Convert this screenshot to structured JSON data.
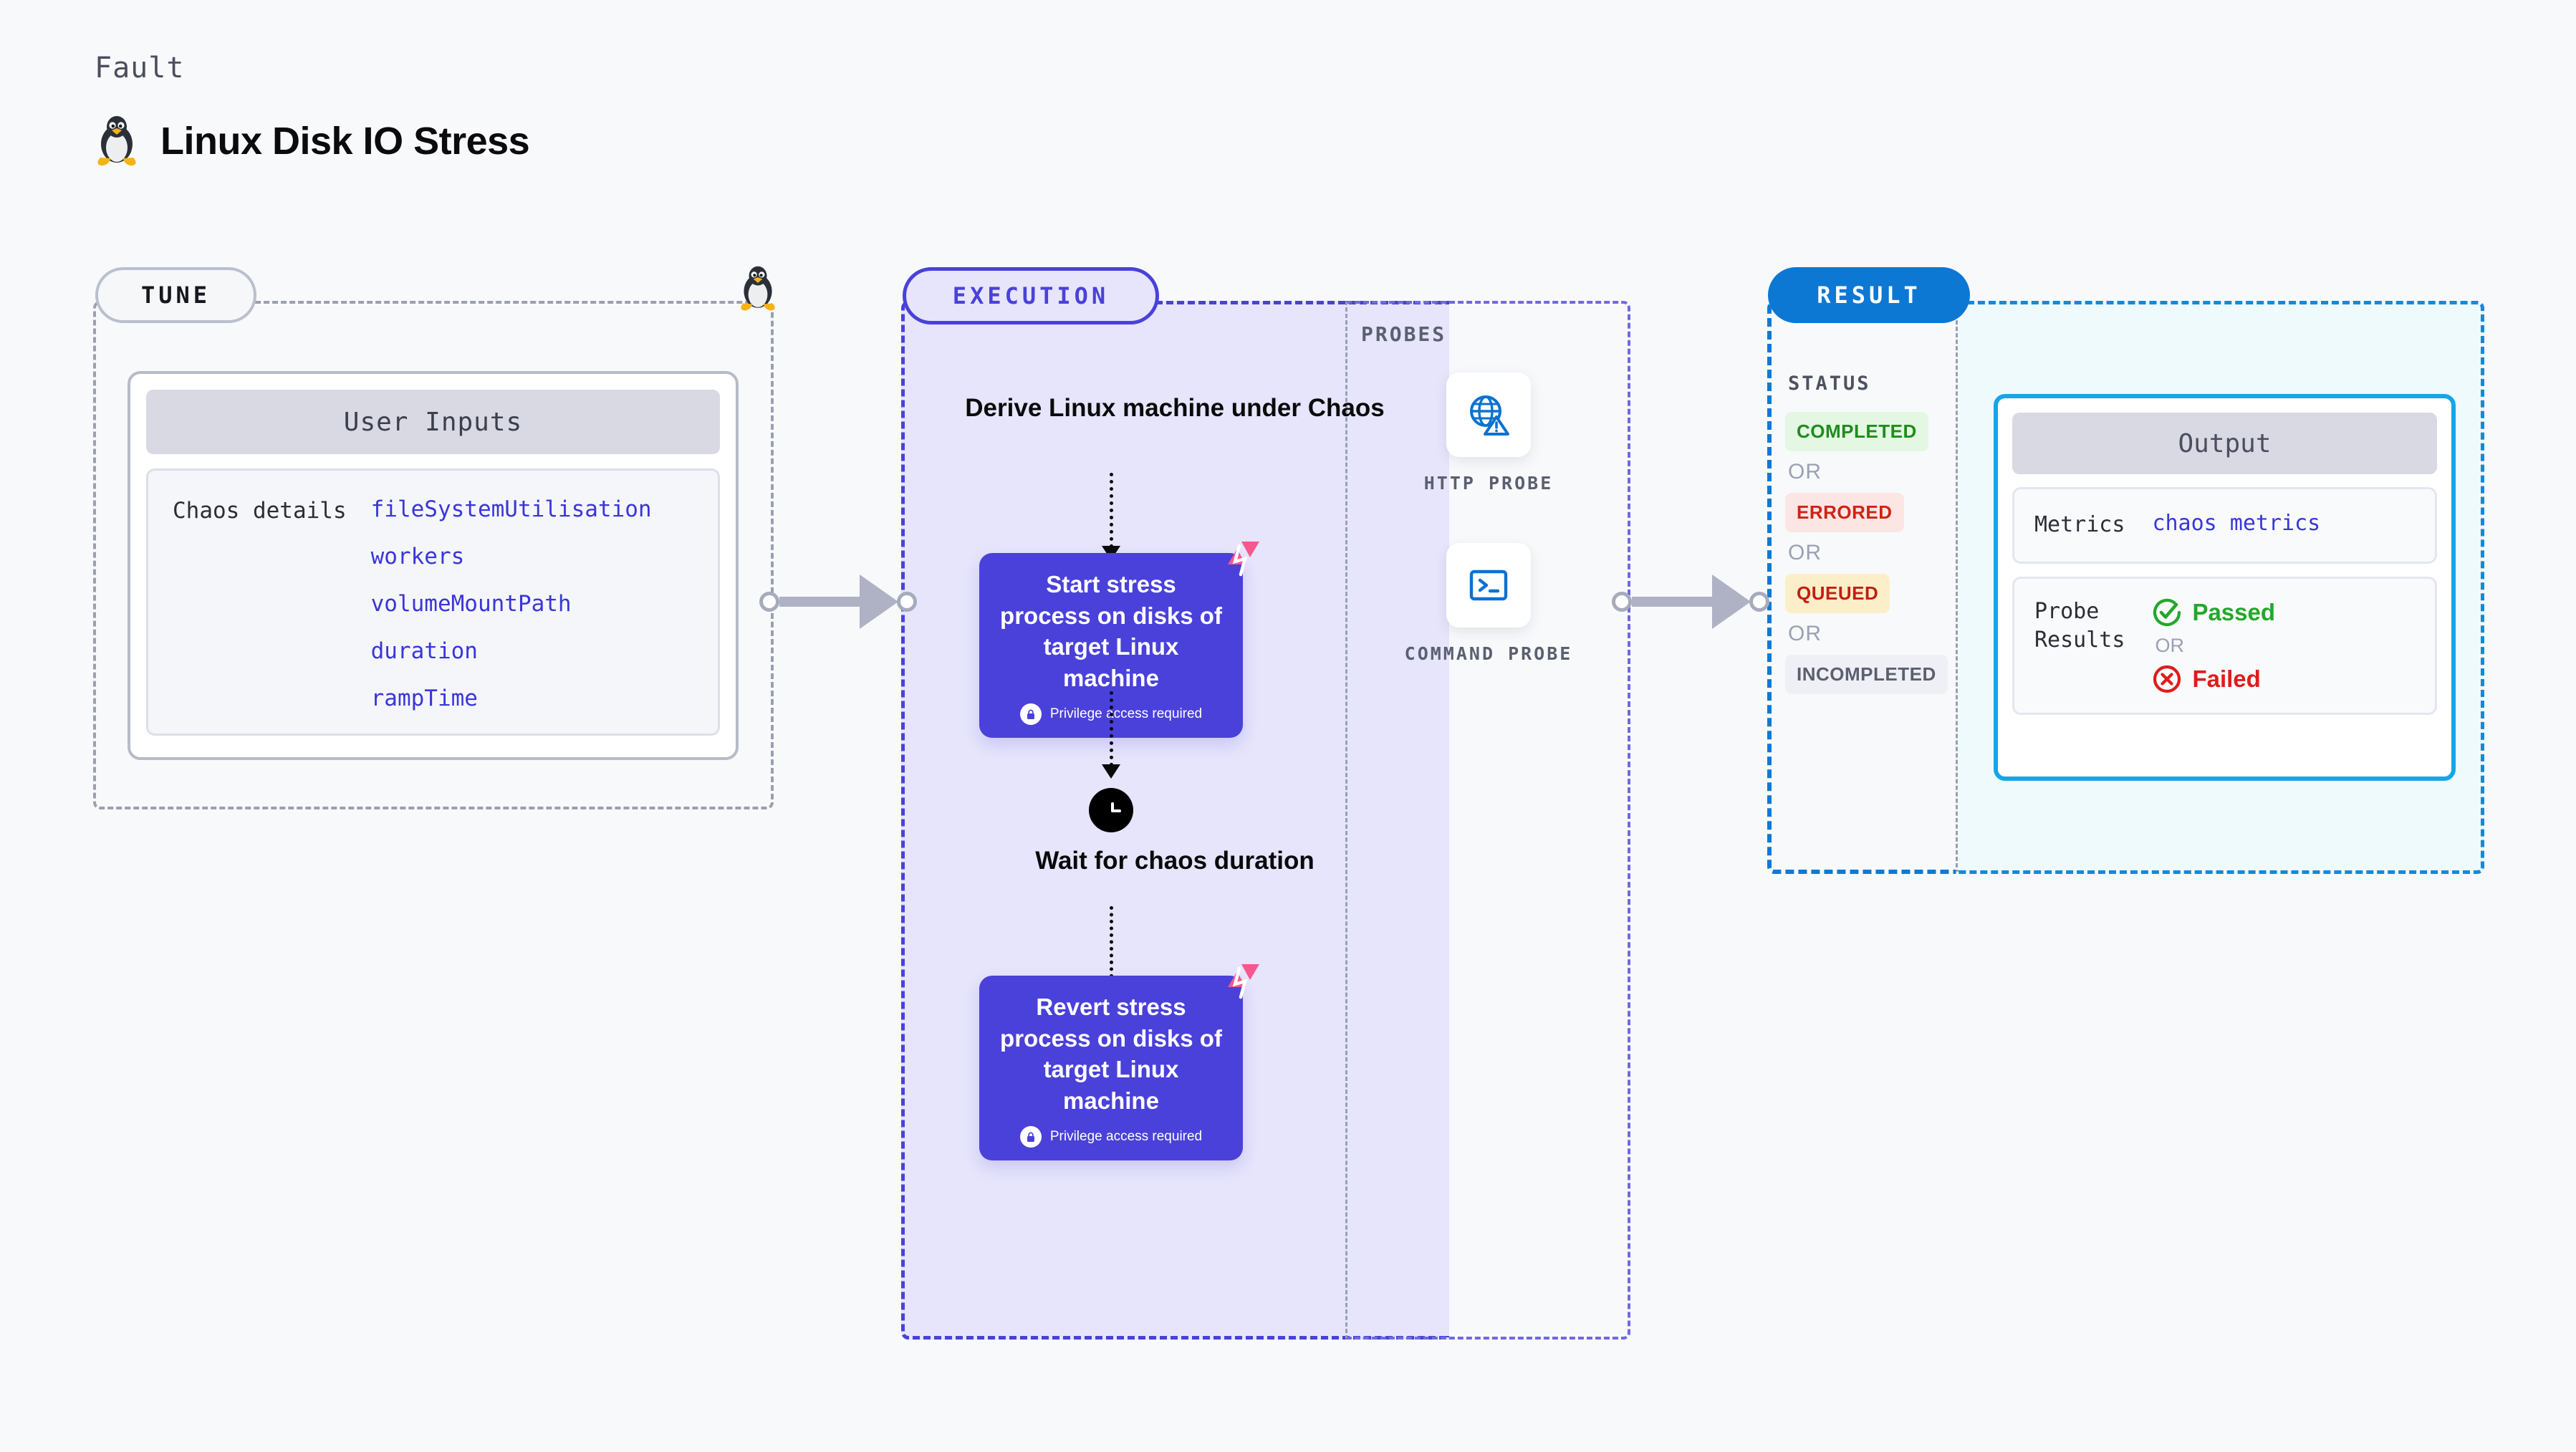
{
  "header": {
    "eyebrow": "Fault",
    "title": "Linux Disk IO Stress",
    "icon": "linux-tux-icon"
  },
  "tune": {
    "pill_label": "TUNE",
    "card_title": "User Inputs",
    "row_key": "Chaos details",
    "values": [
      "fileSystemUtilisation",
      "workers",
      "volumeMountPath",
      "duration",
      "rampTime"
    ]
  },
  "execution": {
    "pill_label": "EXECUTION",
    "derive_title": "Derive Linux machine under Chaos",
    "start_box": {
      "text": "Start stress process on disks of target Linux machine",
      "privilege_note": "Privilege access required"
    },
    "wait_label": "Wait for chaos duration",
    "revert_box": {
      "text": "Revert stress process on disks of target Linux machine",
      "privilege_note": "Privilege access required"
    }
  },
  "probes": {
    "section_label": "PROBES",
    "items": [
      {
        "name": "HTTP PROBE",
        "icon": "globe-warning-icon"
      },
      {
        "name": "COMMAND PROBE",
        "icon": "terminal-icon"
      }
    ]
  },
  "result": {
    "pill_label": "RESULT",
    "status_label": "STATUS",
    "or_label": "OR",
    "statuses": [
      {
        "text": "COMPLETED",
        "bg": "#e3f7e2",
        "fg": "#1f8c1c"
      },
      {
        "text": "ERRORED",
        "bg": "#fbe6e4",
        "fg": "#cf2316"
      },
      {
        "text": "QUEUED",
        "bg": "#fceec8",
        "fg": "#c21f10"
      },
      {
        "text": "INCOMPLETED",
        "bg": "#eef0f5",
        "fg": "#5a6070"
      }
    ]
  },
  "output": {
    "title": "Output",
    "metrics_key": "Metrics",
    "metrics_value": "chaos metrics",
    "probe_results_key": "Probe\nResults",
    "passed_text": "Passed",
    "failed_text": "Failed",
    "or_label": "OR"
  },
  "colors": {
    "brand_purple": "#4a41da",
    "exec_bg": "#e6e5fb",
    "result_blue": "#0d77d4",
    "output_bg": "#effafd",
    "output_border": "#16a5e8",
    "link_purple": "#3a36d8",
    "pink_mark": "#f7578d",
    "passed_green": "#22a82a",
    "failed_red": "#e01b1b"
  }
}
